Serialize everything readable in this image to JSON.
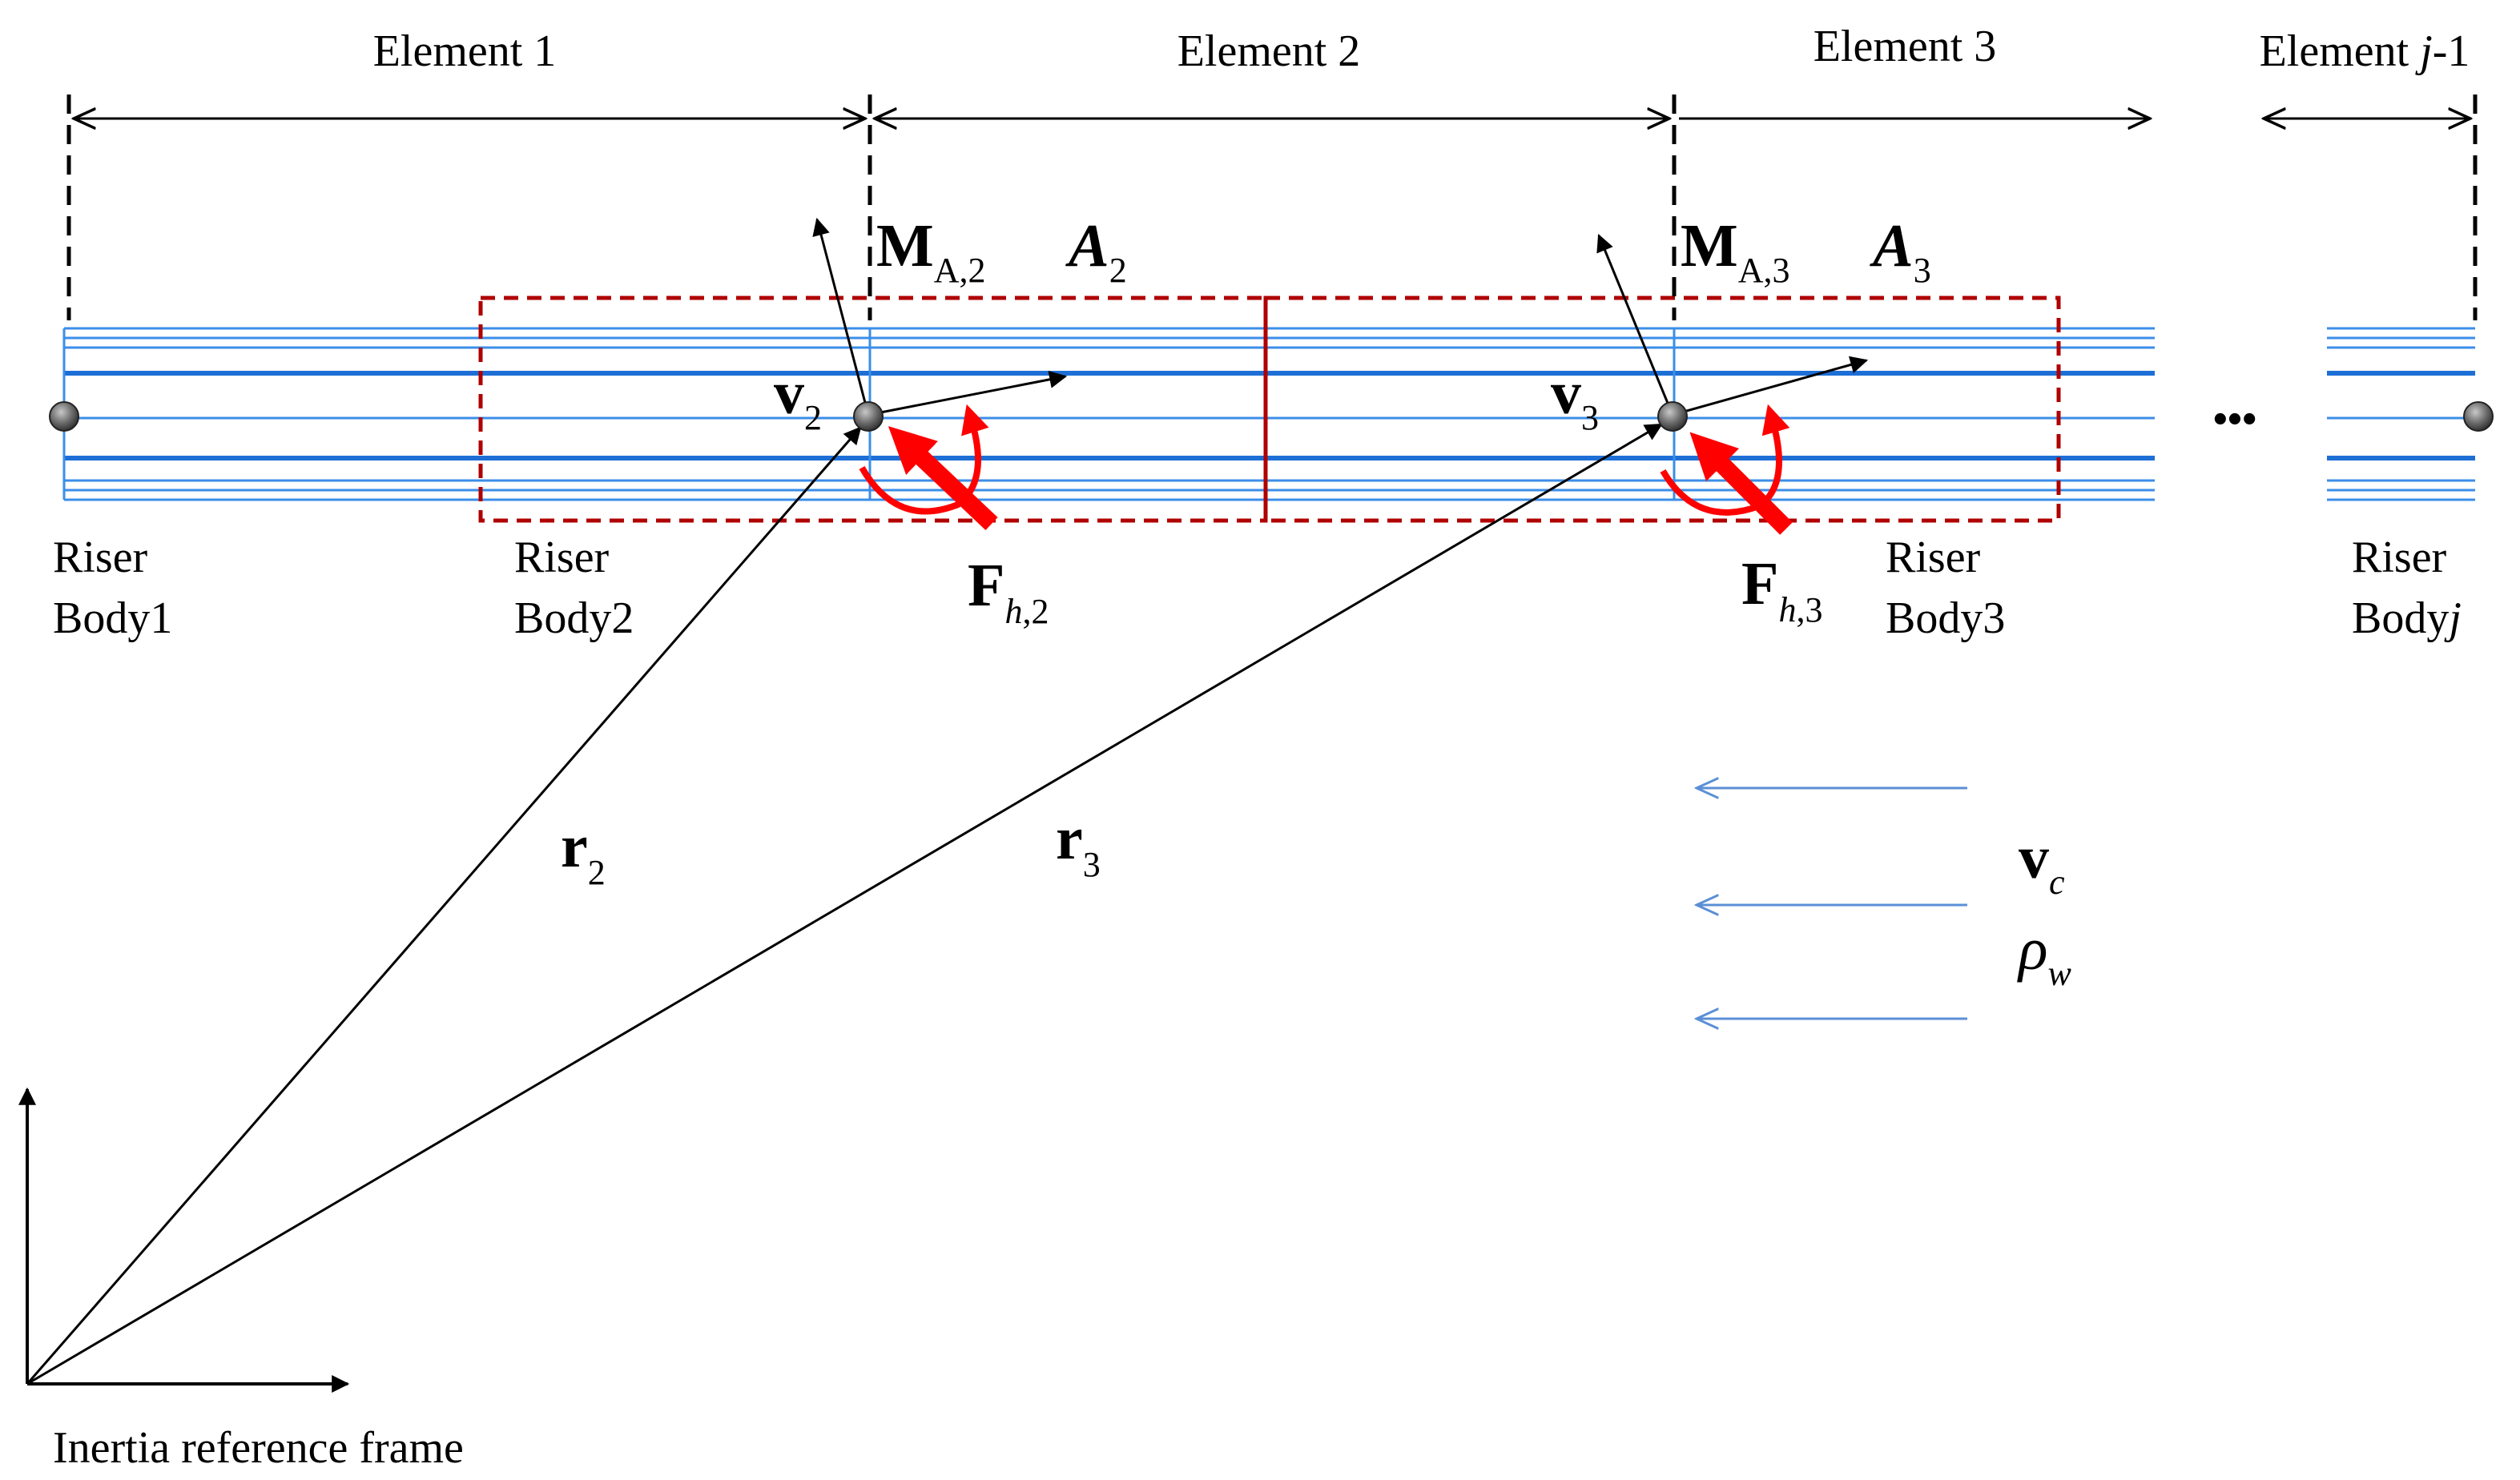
{
  "colors": {
    "riser": "#3b8ee8",
    "riser_dark": "#1d6fd6",
    "dashed_box": "#b00000",
    "force": "#ff0000",
    "flow": "#5b8fd6",
    "text": "#000000"
  },
  "elements": {
    "e1": "Element 1",
    "e2": "Element 2",
    "e3": "Element 3",
    "ej_prefix": "Element ",
    "ej_var": "j",
    "ej_suffix": "-1"
  },
  "bodies": {
    "b1_line1": "Riser",
    "b1_line2": "Body1",
    "b2_line1": "Riser",
    "b2_line2": "Body2",
    "b3_line1": "Riser",
    "b3_line2": "Body3",
    "bj_line1": "Riser",
    "bj_line2_prefix": "Body",
    "bj_line2_var": "j"
  },
  "symbols": {
    "M": "M",
    "M_sub_A": "A",
    "M2_sub": ",2",
    "M3_sub": ",3",
    "A": "A",
    "A2_sub": "2",
    "A3_sub": "3",
    "v": "v",
    "v2_sub": "2",
    "v3_sub": "3",
    "F": "F",
    "F_sub_h": "h",
    "F2_sub": ",2",
    "F3_sub": ",3",
    "r": "r",
    "r2_sub": "2",
    "r3_sub": "3",
    "vc_sub": "c",
    "rho": "ρ",
    "rho_sub": "w",
    "dots": "•••"
  },
  "frame_label": "Inertia reference frame"
}
